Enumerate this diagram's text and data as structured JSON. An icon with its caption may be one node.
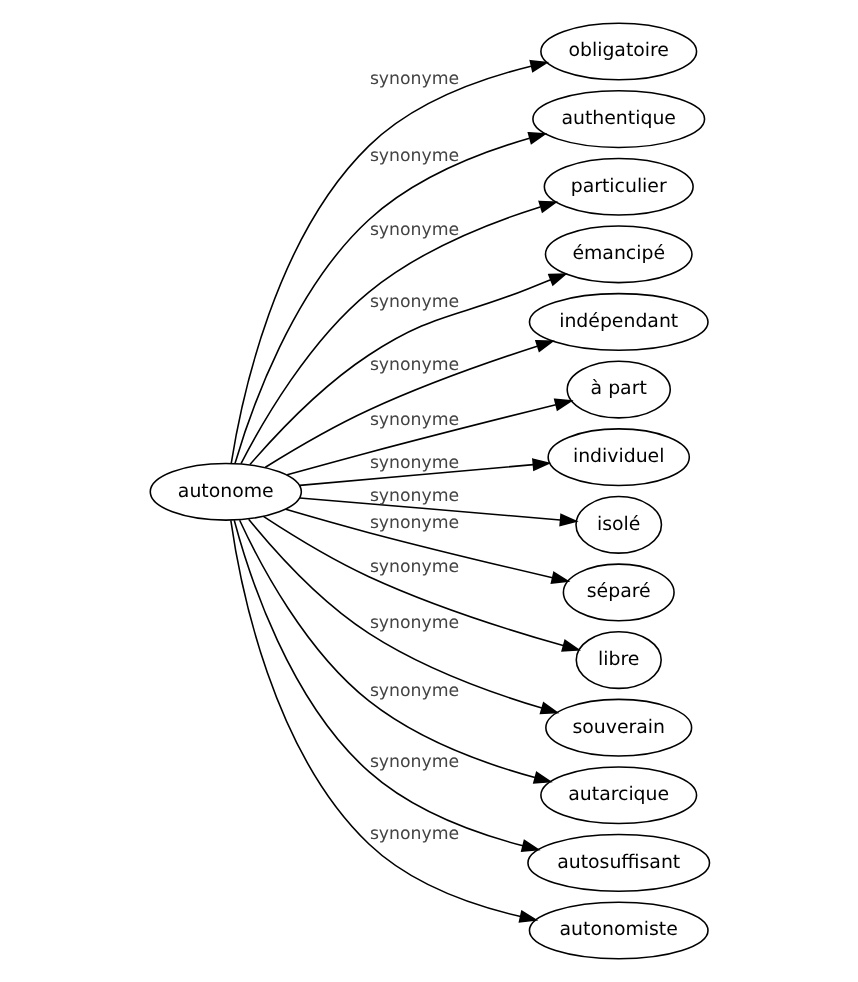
{
  "diagram": {
    "nodes": [
      {
        "text": [
          "autonome"
        ]
      },
      {
        "text": [
          "obligatoire"
        ]
      },
      {
        "text": [
          "authentique"
        ]
      },
      {
        "text": [
          "particulier"
        ]
      },
      {
        "text": [
          "émancipé"
        ]
      },
      {
        "text": [
          "indépendant"
        ]
      },
      {
        "text": [
          "à part"
        ]
      },
      {
        "text": [
          "individuel"
        ]
      },
      {
        "text": [
          "isolé"
        ]
      },
      {
        "text": [
          "séparé"
        ]
      },
      {
        "text": [
          "libre"
        ]
      },
      {
        "text": [
          "souverain"
        ]
      },
      {
        "text": [
          "autarcique"
        ]
      },
      {
        "text": [
          "autosuffisant"
        ]
      },
      {
        "text": [
          "autonomiste"
        ]
      }
    ],
    "edges": [
      {
        "from": 0,
        "to": 1,
        "arrow": "to",
        "label": "synonyme"
      },
      {
        "from": 0,
        "to": 2,
        "arrow": "to",
        "label": "synonyme"
      },
      {
        "from": 0,
        "to": 3,
        "arrow": "to",
        "label": "synonyme"
      },
      {
        "from": 0,
        "to": 4,
        "arrow": "to",
        "label": "synonyme"
      },
      {
        "from": 0,
        "to": 5,
        "arrow": "to",
        "label": "synonyme"
      },
      {
        "from": 0,
        "to": 6,
        "arrow": "to",
        "label": "synonyme"
      },
      {
        "from": 0,
        "to": 7,
        "arrow": "to",
        "label": "synonyme"
      },
      {
        "from": 0,
        "to": 8,
        "arrow": "to",
        "label": "synonyme"
      },
      {
        "from": 0,
        "to": 9,
        "arrow": "to",
        "label": "synonyme"
      },
      {
        "from": 0,
        "to": 10,
        "arrow": "to",
        "label": "synonyme"
      },
      {
        "from": 0,
        "to": 11,
        "arrow": "to",
        "label": "synonyme"
      },
      {
        "from": 0,
        "to": 12,
        "arrow": "to",
        "label": "synonyme"
      },
      {
        "from": 0,
        "to": 13,
        "arrow": "to",
        "label": "synonyme"
      },
      {
        "from": 0,
        "to": 14,
        "arrow": "to",
        "label": "synonyme"
      }
    ]
  }
}
